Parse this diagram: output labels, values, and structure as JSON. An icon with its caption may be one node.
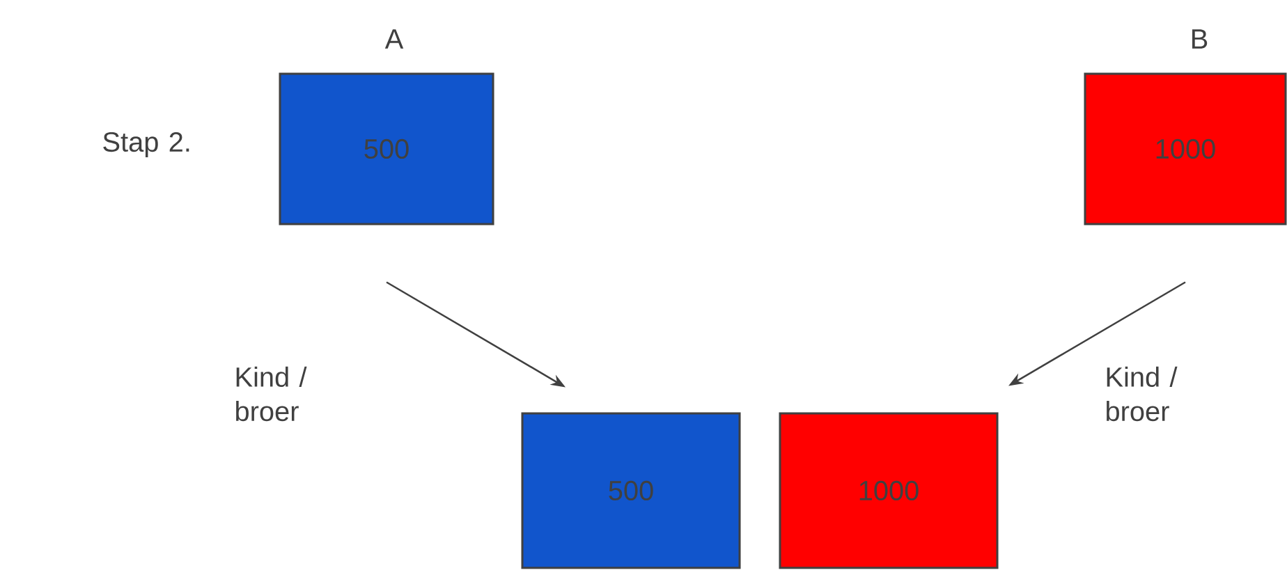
{
  "diagram": {
    "nodes": [
      {
        "text": [
          "A",
          "500"
        ]
      },
      {
        "text": [
          "B",
          "1000"
        ]
      },
      {
        "text": [
          "500"
        ]
      },
      {
        "text": [
          "1000"
        ]
      }
    ],
    "edges": [
      {
        "from": 0,
        "to": 2,
        "arrow": "to"
      },
      {
        "from": 1,
        "to": 3,
        "arrow": "to"
      }
    ],
    "labels": [
      "Stap 2.",
      "Kind / broer",
      "Kind / broer"
    ]
  }
}
